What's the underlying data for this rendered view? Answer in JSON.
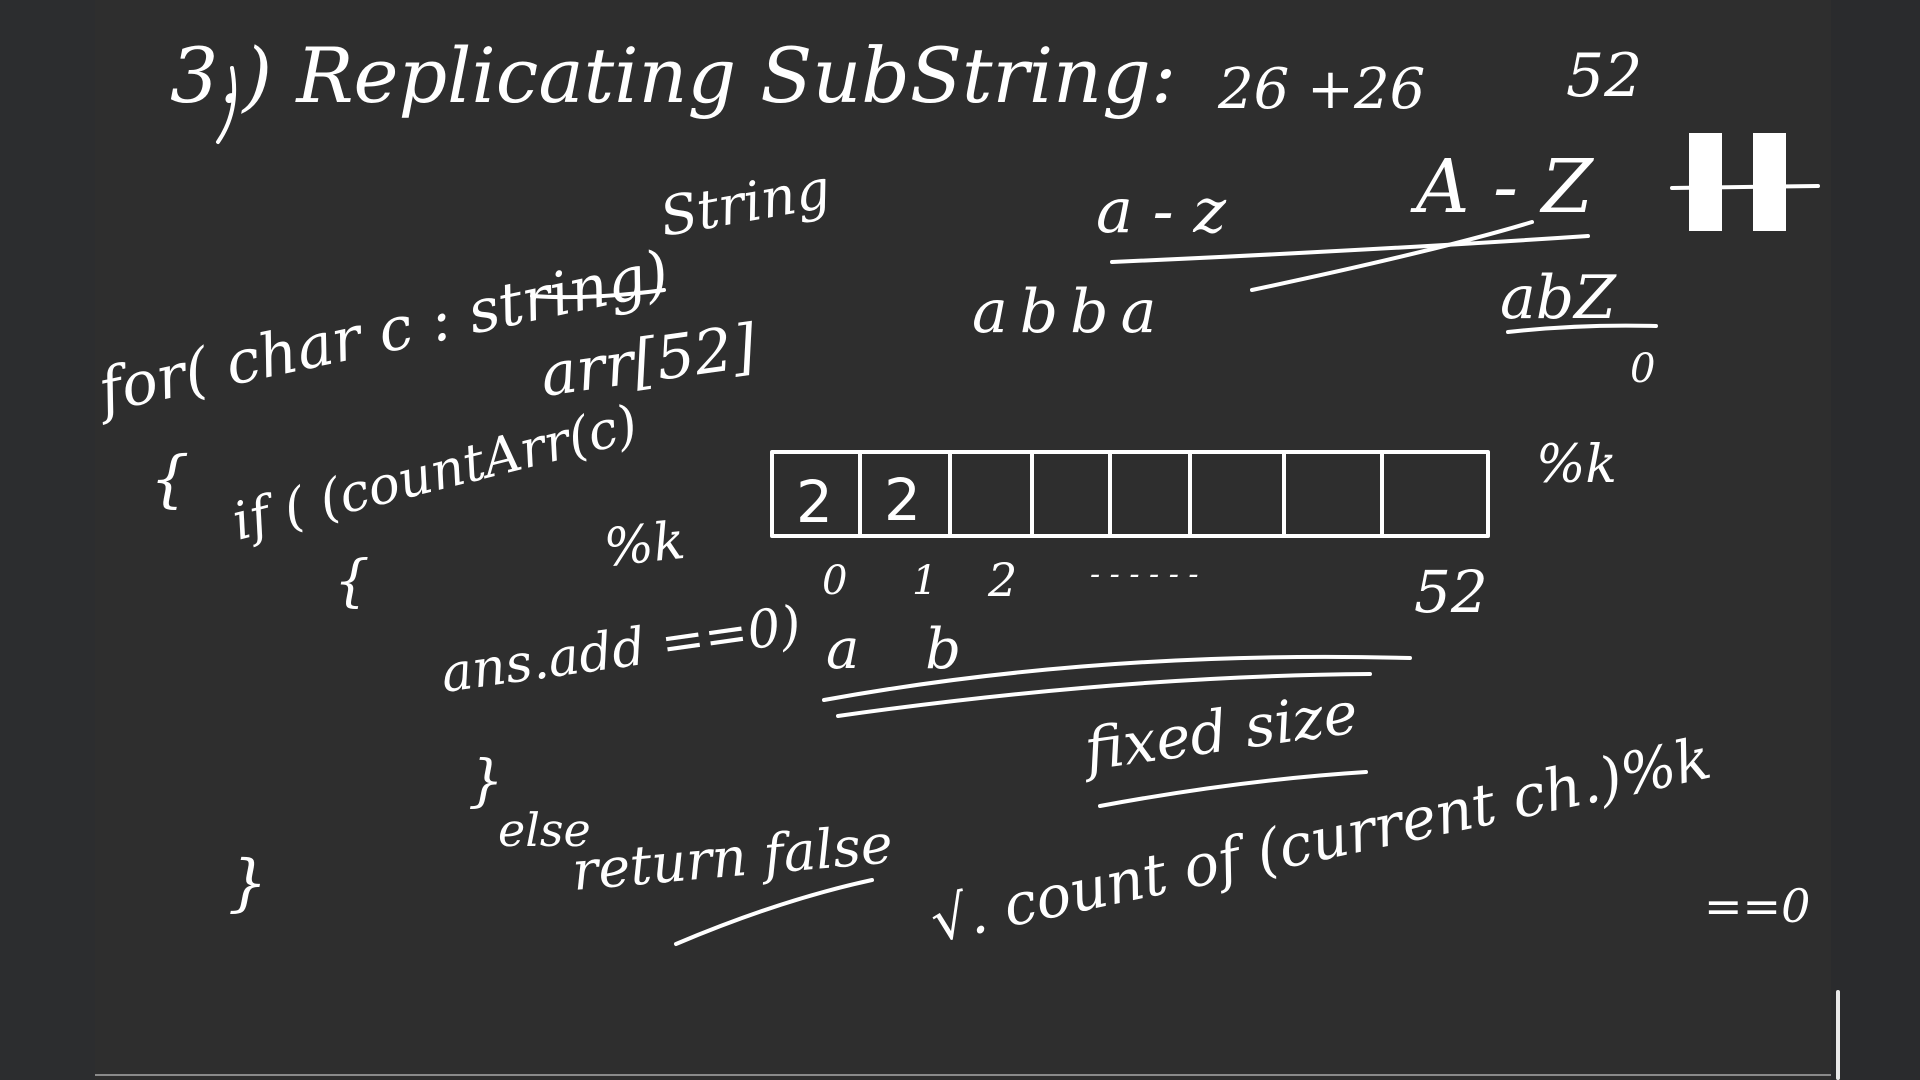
{
  "board": {
    "heading": "3.) Replicating SubString:",
    "count_expr": "26 +26",
    "count_total": "52",
    "range_lower": "a - z",
    "range_upper": "A - Z",
    "loop_line": "for( char c : string)",
    "loop_label_string": "String",
    "array_decl": "arr[52]",
    "example_word": "abba",
    "example_word_2": "abZ",
    "zero_mark": "0",
    "open_brace": "{",
    "if_line": "if ( (countArr(c)",
    "mod_op": "%k",
    "mod_op_right": "%k",
    "inner_brace": "{",
    "ans_line": "ans.add ==0)",
    "close_brace_inner": "}",
    "else_kw": "else",
    "return_false": "return false",
    "close_brace_outer": "}",
    "array_cells": [
      "2",
      "2",
      "",
      "",
      "",
      "",
      "",
      ""
    ],
    "index_labels": [
      "0",
      "1",
      "2",
      "- - - - - -",
      "52"
    ],
    "cell_letters": "a b",
    "fixed_size": "fixed size",
    "check_line": "√. count of (current ch.)%k",
    "equals_zero": "==0"
  },
  "controls": {
    "pause_icon": "pause-icon"
  },
  "colors": {
    "board": "#2e2e2e",
    "ink": "#ffffff",
    "frame": "#2c2d2f"
  }
}
